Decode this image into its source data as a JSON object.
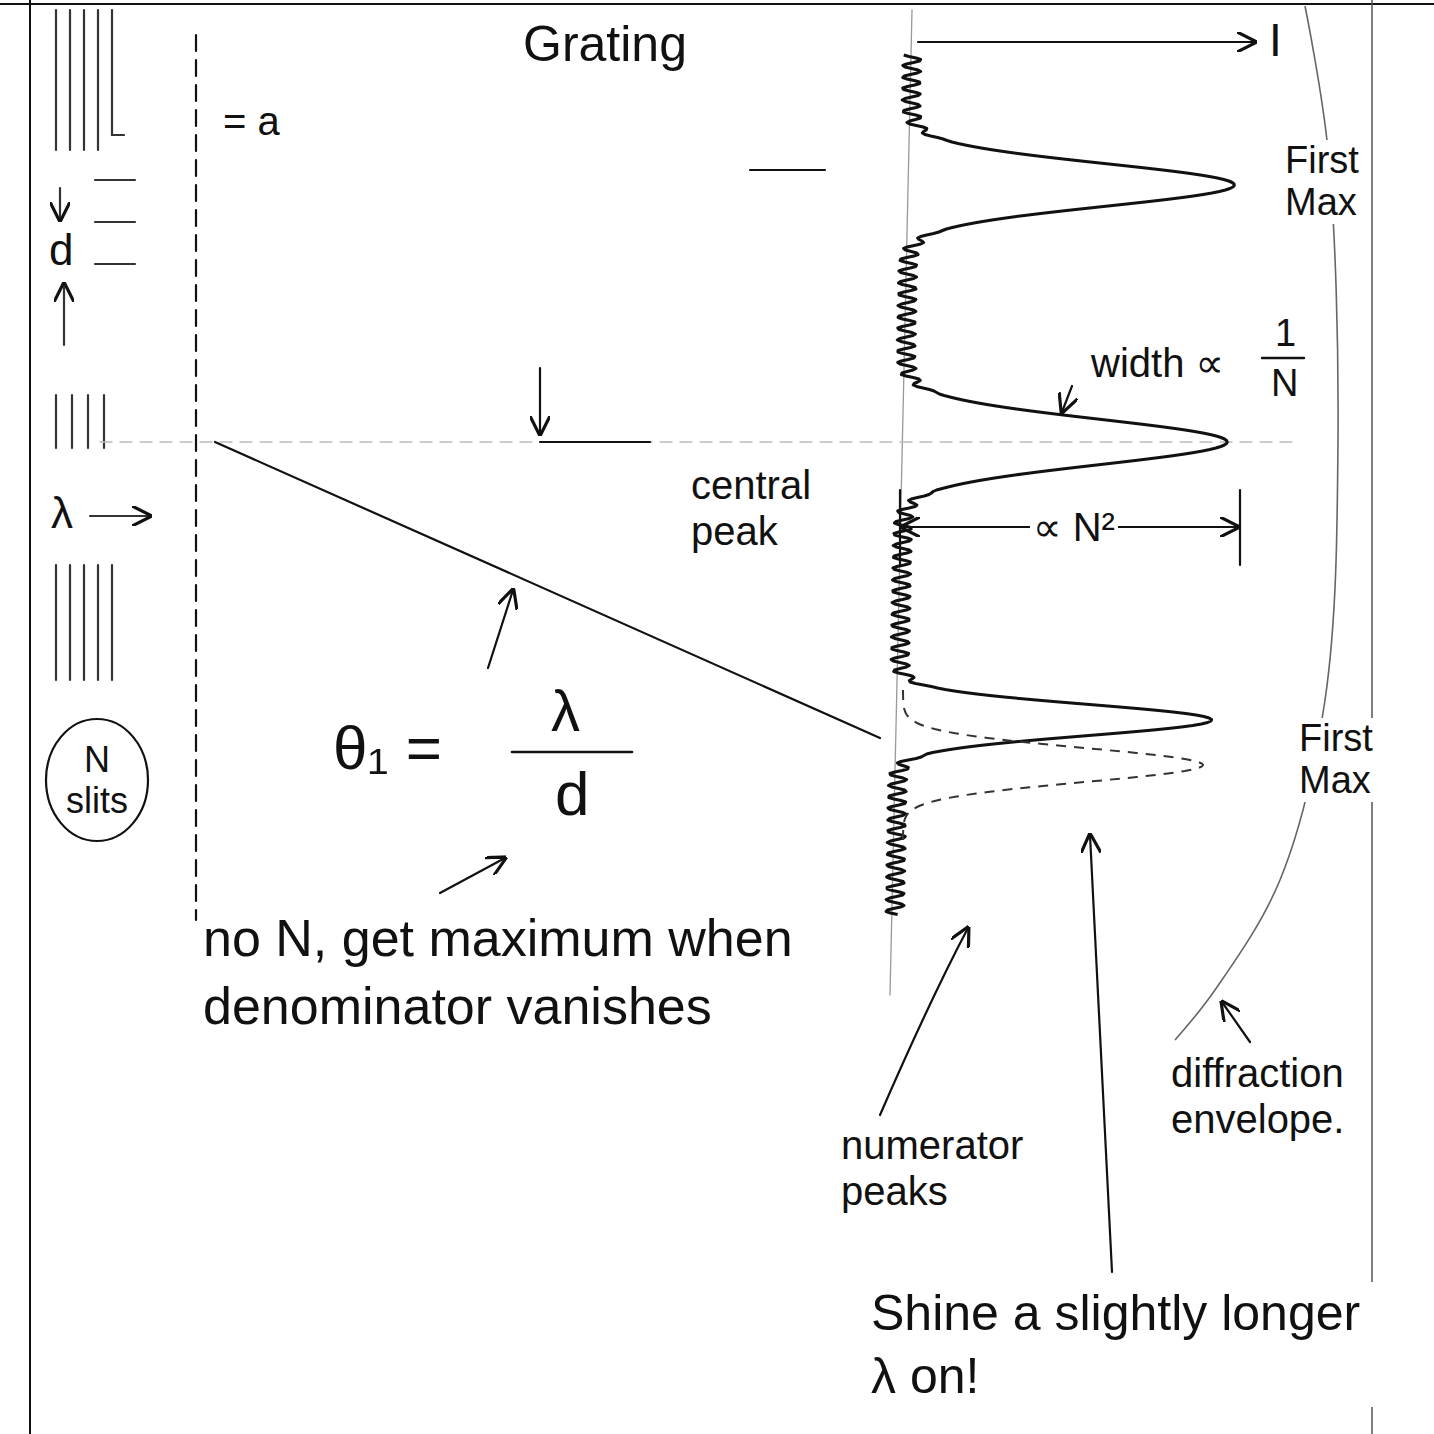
{
  "diagram": {
    "title": "Grating",
    "nodes": [
      {
        "text": [
          "N slits"
        ]
      }
    ],
    "labels": [
      "I",
      "= a",
      "d",
      "λ",
      "First Max",
      "width ∝",
      "1",
      "N",
      "central peak",
      "∝ N²",
      "θ₁ =",
      "λ",
      "d",
      "no N, get maximum when denominator vanishes",
      "First Max",
      "numerator peaks",
      "diffraction envelope.",
      "Shine a slightly longer λ on!"
    ]
  }
}
